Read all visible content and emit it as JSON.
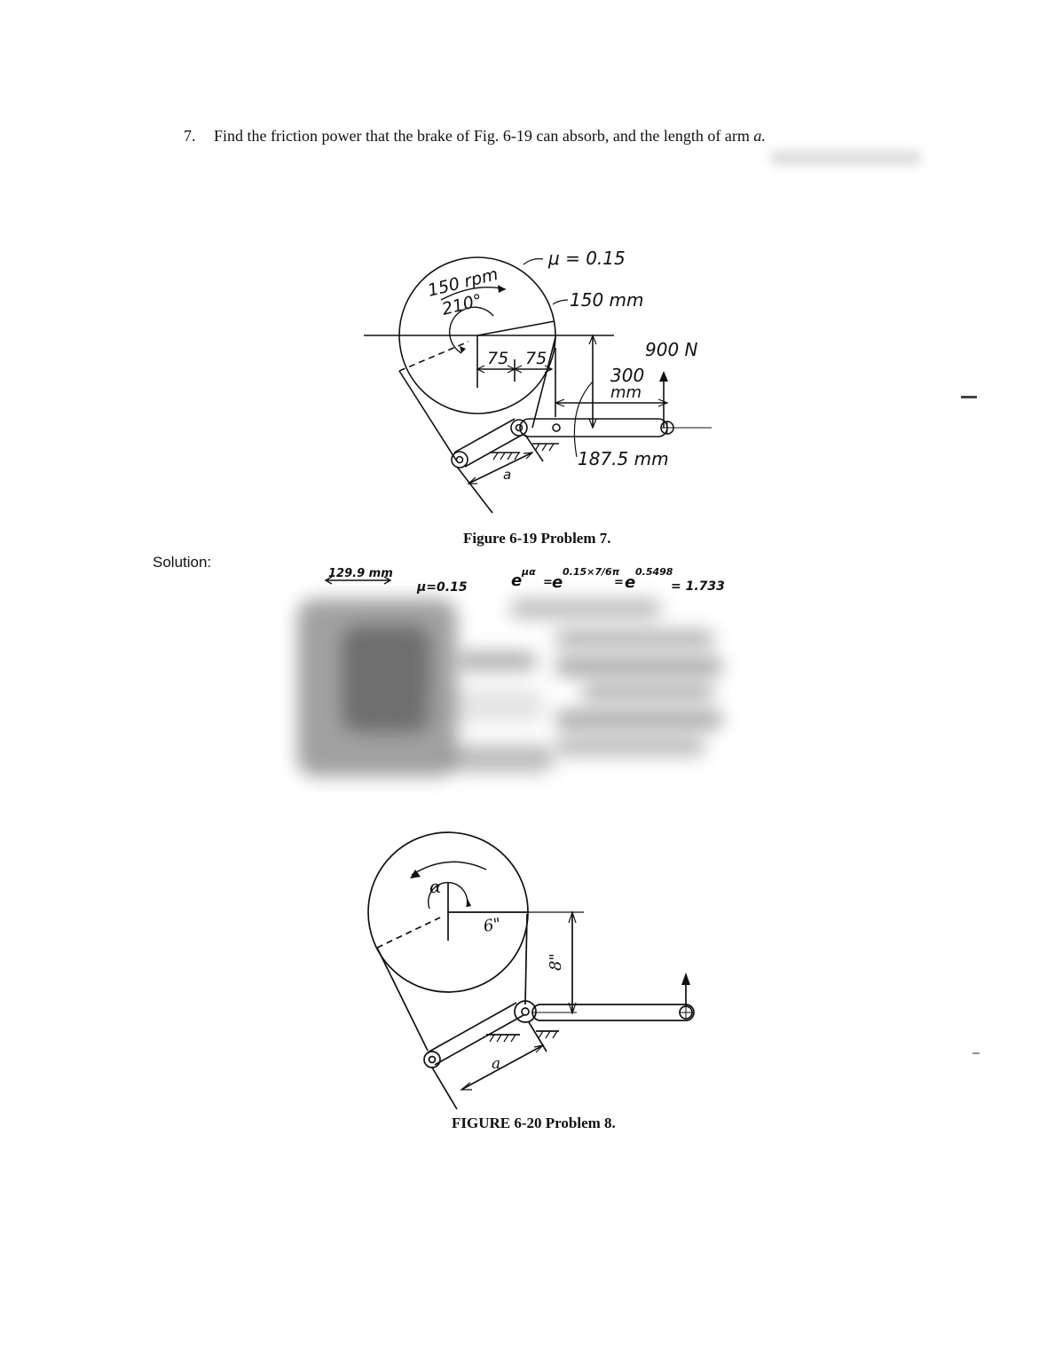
{
  "problem": {
    "number": "7.",
    "text": "Find the friction power that the brake of Fig. 6-19 can absorb, and the length of arm",
    "arm_symbol": "a."
  },
  "figure1": {
    "caption": "Figure 6-19 Problem 7.",
    "labels": {
      "speed": "150 rpm",
      "wrap_angle": "210°",
      "mu": "μ = 0.15",
      "radius": "150 mm",
      "dim_75a": "75",
      "dim_75b": "75",
      "force": "900 N",
      "dim_300": "300",
      "dim_300_unit": "mm",
      "dim_187": "187.5 mm",
      "arm": "a"
    }
  },
  "solution": {
    "label": "Solution:",
    "handwritten": {
      "dim": "129.9 mm",
      "mu": "μ=0.15",
      "exp_base": "e",
      "exp_mu": "μα",
      "eq1": "=",
      "exp_base2": "e",
      "exp_mid": "0.15×7/6π",
      "eq2": "=",
      "exp_base3": "e",
      "exp_val": "0.5498",
      "result": "= 1.733"
    }
  },
  "figure2": {
    "caption": "FIGURE 6-20 Problem 8.",
    "labels": {
      "alpha": "α",
      "radius": "6\"",
      "dim_8": "8\"",
      "arm": "a"
    }
  }
}
